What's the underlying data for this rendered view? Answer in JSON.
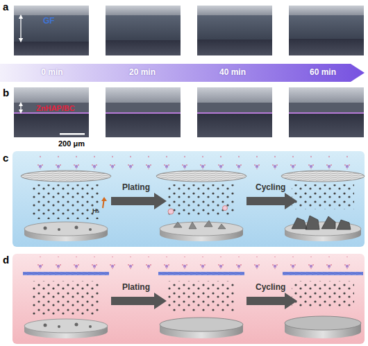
{
  "diagram": {
    "nodes": [
      {
        "text": [
          "0 min",
          "20 min",
          "40 min",
          "60 min"
        ]
      }
    ],
    "labels": [
      "a",
      "GF",
      "b",
      "ZnHAP/BC",
      "200 μm",
      "c",
      "Plating",
      "H₂",
      "Cycling",
      "d",
      "Plating",
      "Cycling"
    ]
  }
}
